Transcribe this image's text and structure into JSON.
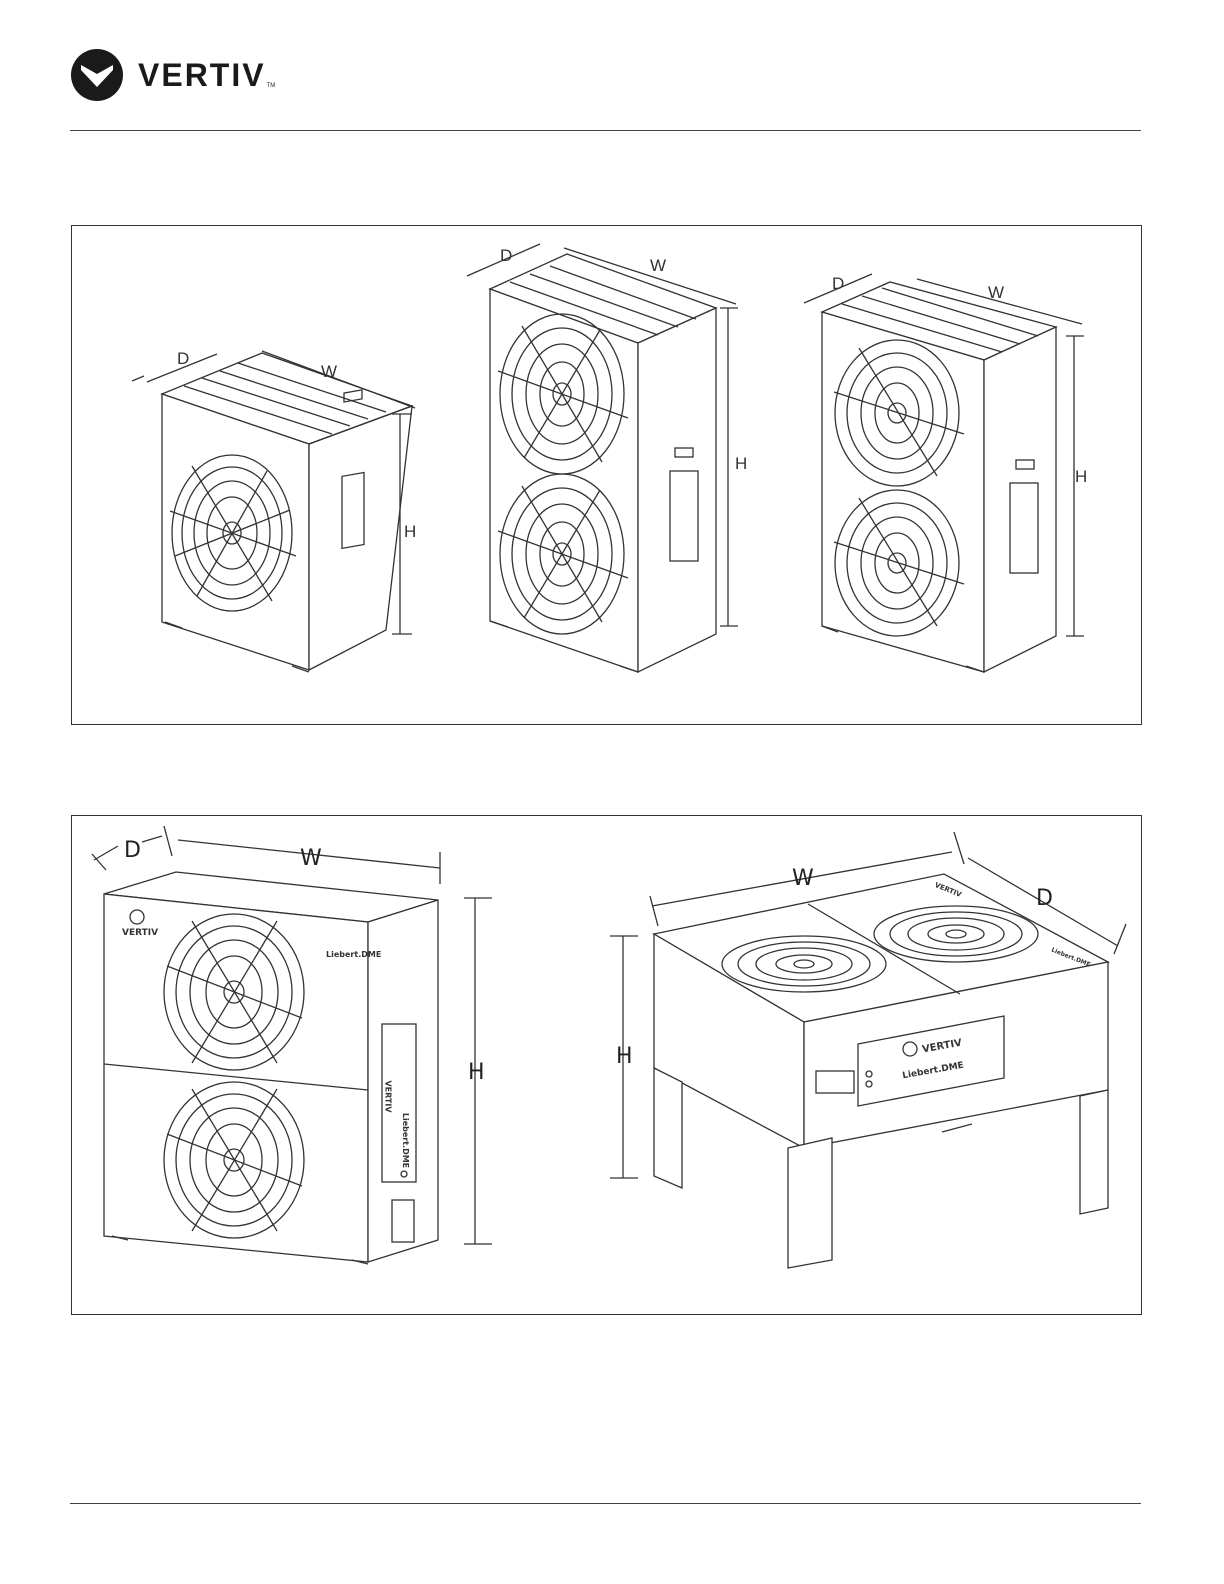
{
  "header": {
    "brand": "VERTIV",
    "trademark": "TM"
  },
  "figure1": {
    "unit1": {
      "depth": "D",
      "width": "W",
      "height": "H"
    },
    "unit2": {
      "depth": "D",
      "width": "W",
      "height": "H"
    },
    "unit3": {
      "depth": "D",
      "width": "W",
      "height": "H"
    }
  },
  "figure2": {
    "unit_left": {
      "depth": "D",
      "width": "W",
      "height": "H",
      "brand": "VERTIV",
      "model": "Liebert.DME",
      "panel_brand": "VERTIV",
      "panel_model": "Liebert.DME"
    },
    "unit_right": {
      "depth": "D",
      "width": "W",
      "height": "H",
      "brand": "VERTIV",
      "model": "Liebert.DME",
      "top_brand": "VERTIV",
      "top_model": "Liebert.DME"
    }
  },
  "colors": {
    "line": "#333333",
    "brand": "#1a1a1a"
  }
}
